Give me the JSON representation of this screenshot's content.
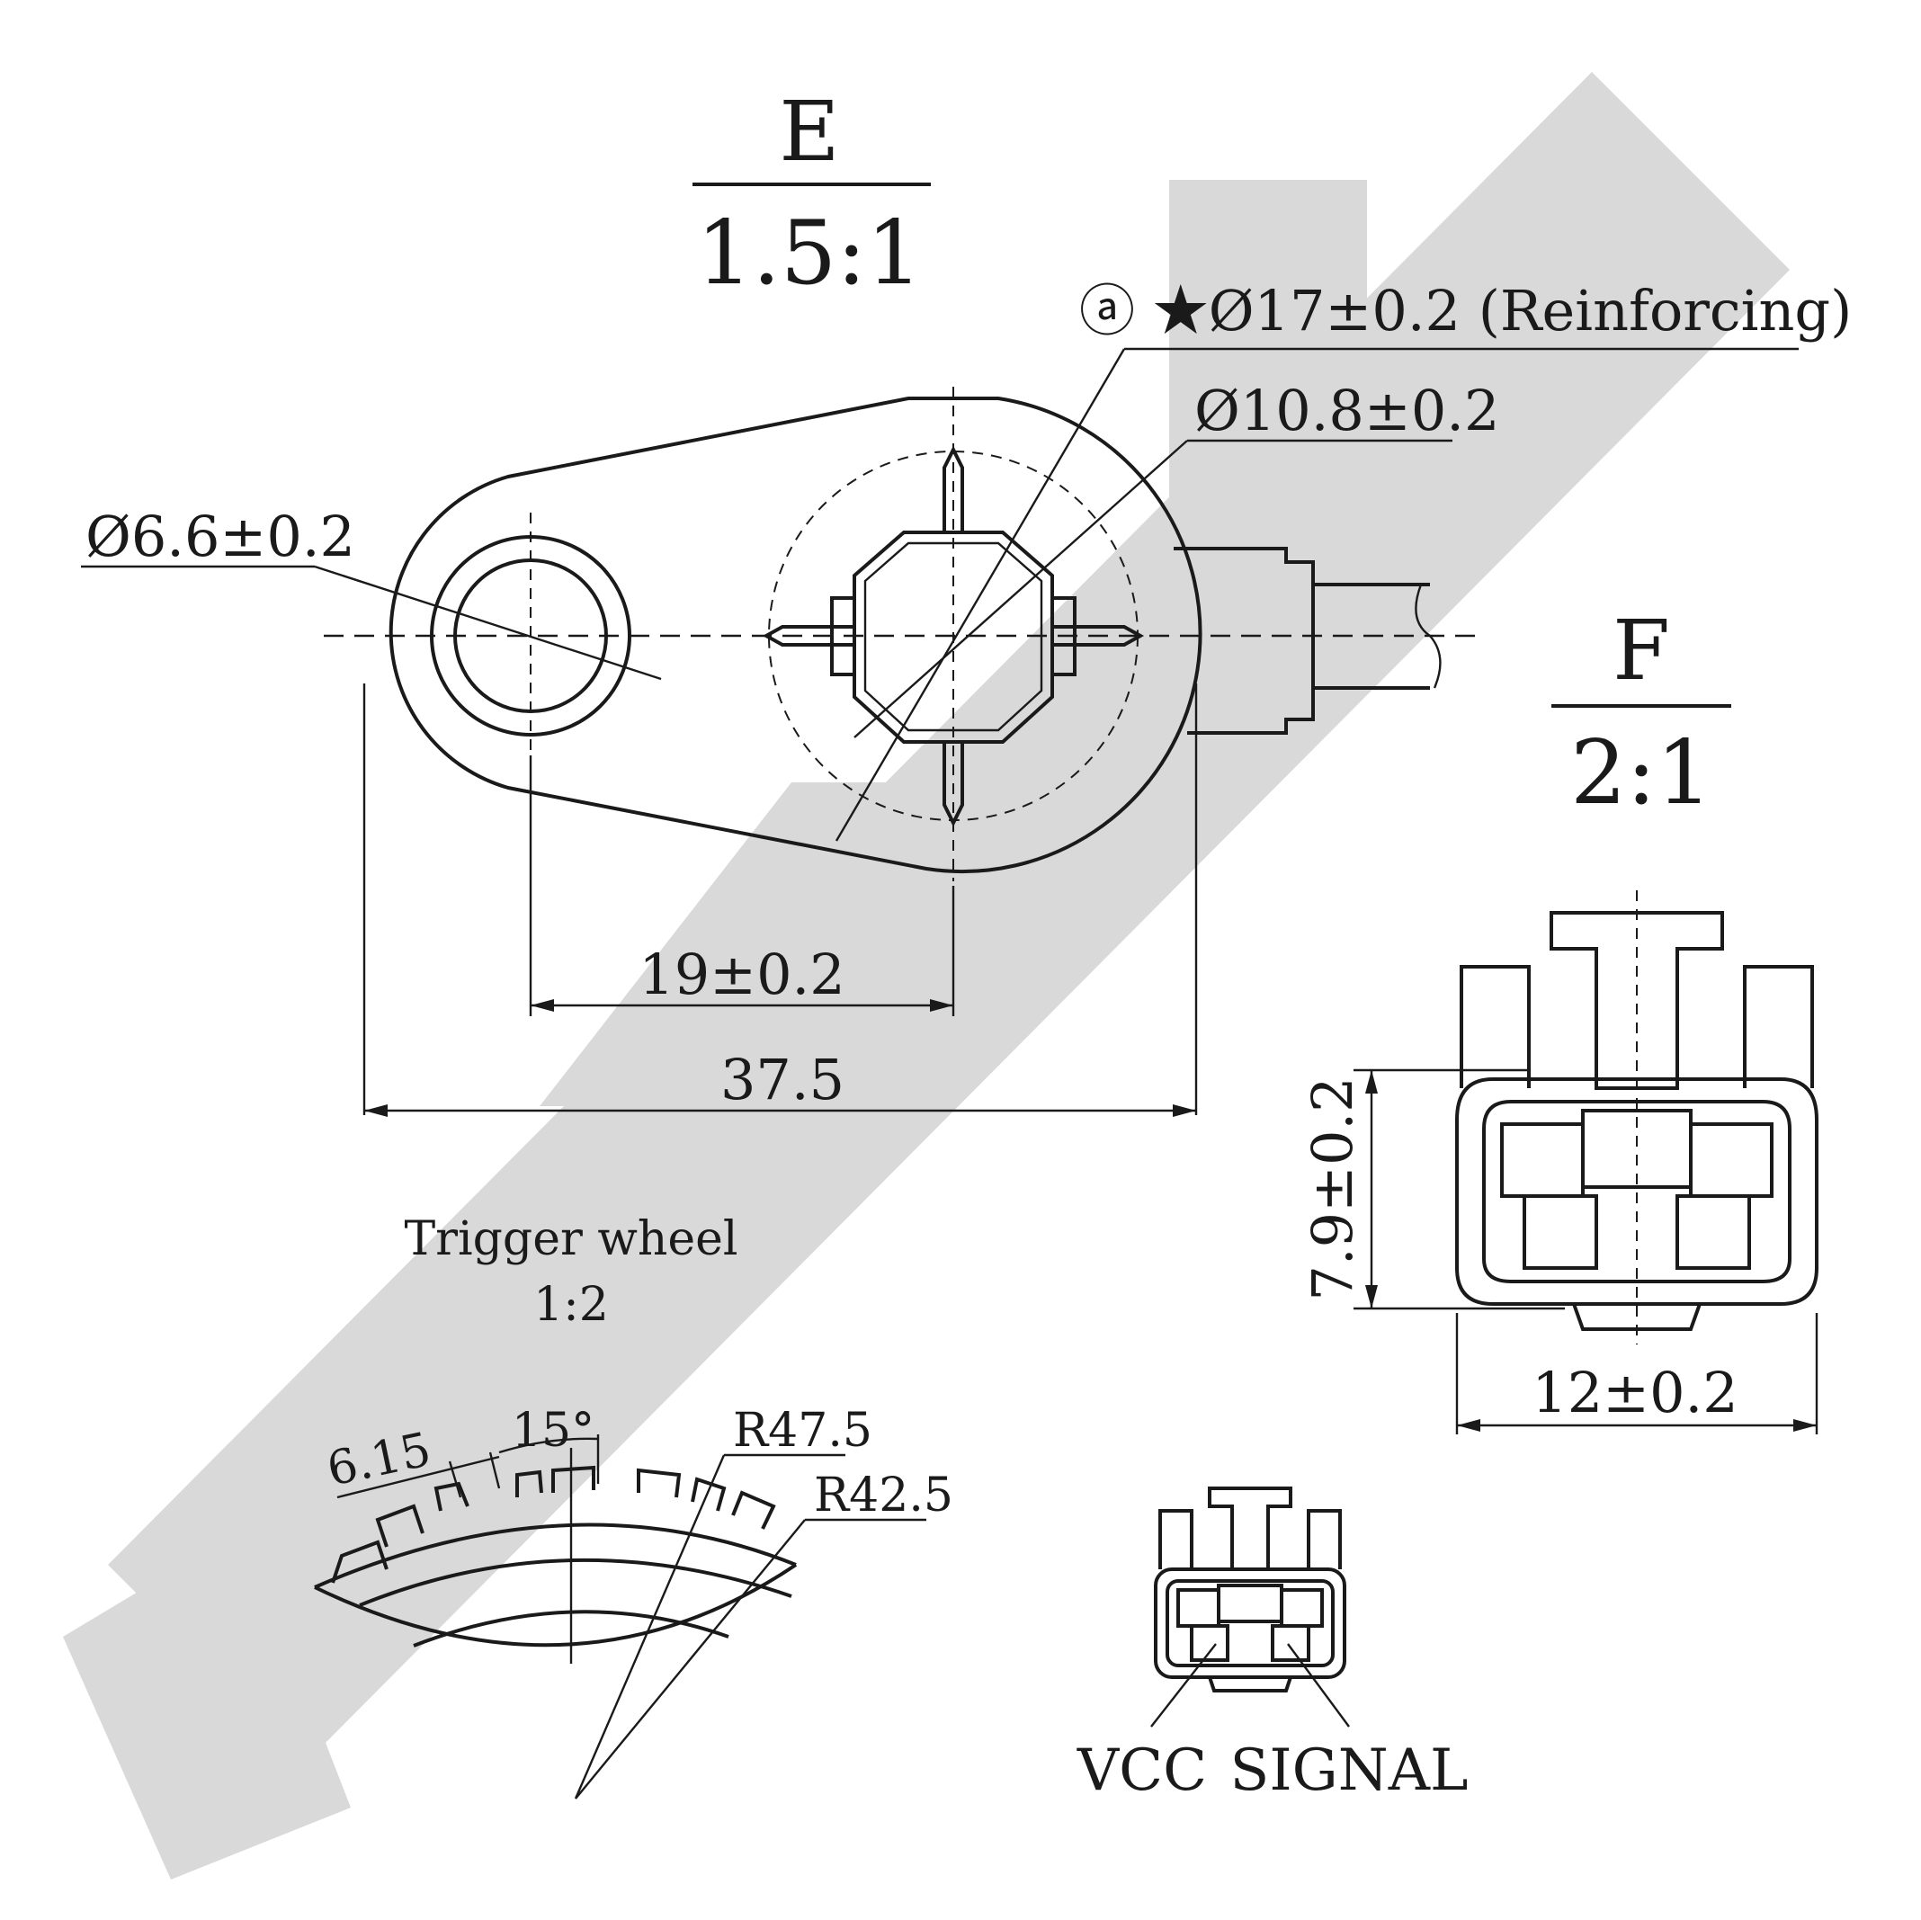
{
  "views": {
    "e": {
      "letter": "E",
      "scale": "1.5:1"
    },
    "f": {
      "letter": "F",
      "scale": "2:1"
    }
  },
  "dimensions": {
    "reinforcing": "ⓐ ★Ø17±0.2 (Reinforcing)",
    "bore_diameter": "Ø10.8±0.2",
    "hole_diameter": "Ø6.6±0.2",
    "center_distance": "19±0.2",
    "overall_length": "37.5",
    "connector_height": "7.9±0.2",
    "connector_width": "12±0.2"
  },
  "trigger_wheel": {
    "title": "Trigger wheel",
    "scale": "1:2",
    "tooth_width": "6.15",
    "tooth_angle": "15°",
    "outer_radius": "R47.5",
    "inner_radius": "R42.5"
  },
  "pins": {
    "vcc": "VCC",
    "signal": "SIGNAL"
  },
  "colors": {
    "line": "#1a1a1a",
    "watermark": "#d9d9d9",
    "background": "#ffffff"
  }
}
